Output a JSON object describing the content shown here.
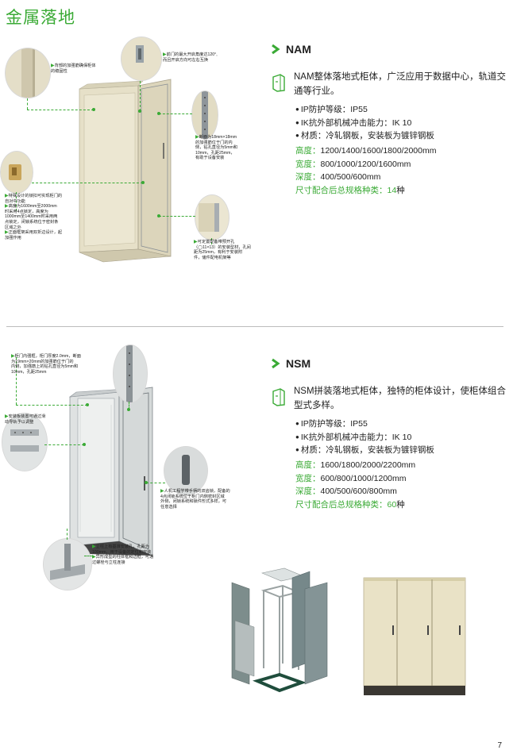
{
  "page": {
    "title": "金属落地",
    "number": "7"
  },
  "colors": {
    "accent": "#3aaa35",
    "text": "#222222",
    "cabinet": "#e6e0c8",
    "frame": "#9aa3a8"
  },
  "nam": {
    "heading": "NAM",
    "intro_line1": "NAM整体落地式柜体，广泛应用于数据中心，轨道交",
    "intro_line2": "通等行业。",
    "bullets": [
      "IP防护等级：IP55",
      "IK抗外部机械冲击能力：IK 10",
      "材质：冷轧钢板，安装板为镀锌钢板"
    ],
    "specs": [
      {
        "label": "高度：",
        "value": "1200/1400/1600/1800/2000mm"
      },
      {
        "label": "宽度：",
        "value": "800/1000/1200/1600mm"
      },
      {
        "label": "深度：",
        "value": "400/500/600mm"
      }
    ],
    "total_label": "尺寸配合后总规格种类：",
    "total_value": "14",
    "total_unit": "种",
    "annotations": {
      "a1": [
        "背部的加强筋确保柜体",
        "的稳固性"
      ],
      "a2": [
        "前门的最大开启角度达120°,",
        "而且开启方向可左右互换"
      ],
      "a3": [
        "断面为18mm×18mm",
        "的加强筋位于门的内",
        "侧，钻孔直径为5mm和",
        "10mm，孔距25mm，",
        "有助于设备安装"
      ],
      "a4": [
        "特殊设计的锁扣可实现柜门的",
        "自对中功能",
        "高度为1600mm至2000mm",
        "时采用4点锁定，高度为",
        "1000mm至1400mm时采用两",
        "点锁定，闭锁系统位于密封条",
        "区域之外",
        "正面框架采用双折边设计，起",
        "加强作用"
      ],
      "a5": [
        "可定置配备带预开孔",
        "（◯11×13）的安装型材，孔间",
        "距为25mm，有利于安装附",
        "件，储件配电机架等"
      ]
    }
  },
  "nsm": {
    "heading": "NSM",
    "intro_line1": "NSM拼装落地式柜体，独特的柜体设计，使柜体组合",
    "intro_line2": "型式多样。",
    "bullets": [
      "IP防护等级：IP55",
      "IK抗外部机械冲击能力：IK 10",
      "材质：冷轧钢板，安装板为镀锌钢板"
    ],
    "specs": [
      {
        "label": "高度：",
        "value": "1600/1800/2000/2200mm"
      },
      {
        "label": "宽度：",
        "value": "600/800/1000/1200mm"
      },
      {
        "label": "深度：",
        "value": "400/500/600/800mm"
      }
    ],
    "total_label": "尺寸配合后总规格种类：",
    "total_value": "60",
    "total_unit": "种",
    "annotations": {
      "b1": [
        "柜门内强框，柜门厚度2.0mm，断面",
        "为19mm×20mm的加强筋位于门的",
        "内侧，加强筋上的钻孔直径为5mm和",
        "10mm，孔距25mm"
      ],
      "b2": [
        "安装板装置可通过滑",
        "动导轨予以调整"
      ],
      "b3": [
        "人机工程学带手柄的双齿锁，配备的",
        "4点闭锁系统位于柜门内侧密封区域",
        "外侧，闭锁系统和锁件形式多样，可",
        "任意选择"
      ],
      "b4": [
        "立柱上有基准安装孔，孔距为",
        "100mm，用于设备的定位和安装",
        "异形成型的柱体框和边框，可通",
        "过螺栓与立柱连接"
      ]
    }
  }
}
